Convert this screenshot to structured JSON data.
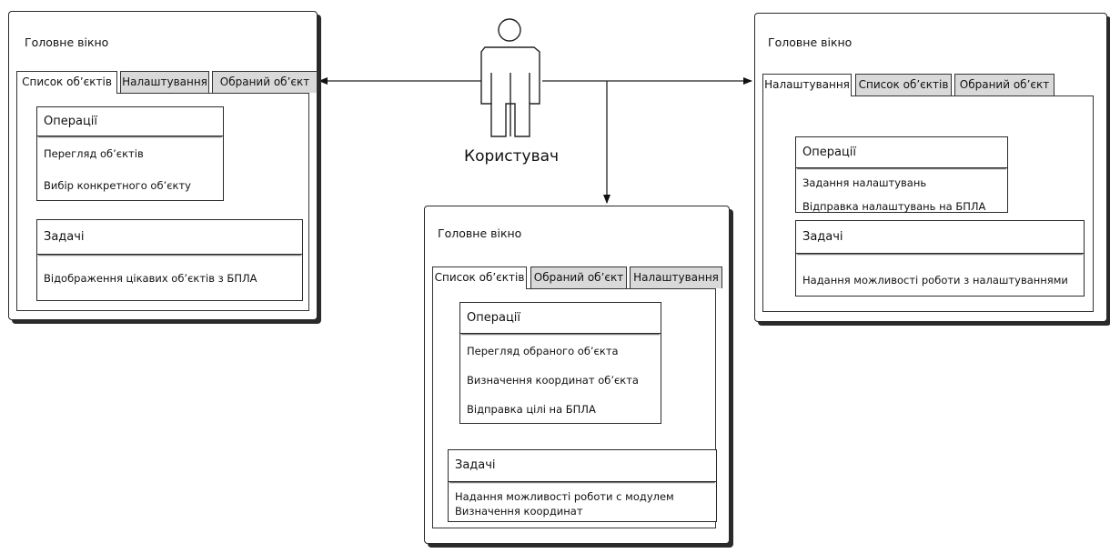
{
  "user": {
    "label": "Користувач"
  },
  "windows": {
    "left": {
      "title": "Головне вікно",
      "tabs": [
        "Список об’єктів",
        "Налаштування",
        "Обраний об’єкт"
      ],
      "operations": {
        "title": "Операції",
        "items": [
          "Перегляд об’єктів",
          "Вибір конкретного об’єкту"
        ]
      },
      "tasks": {
        "title": "Задачі",
        "items": [
          "Відображення цікавих об’єктів з БПЛА"
        ]
      }
    },
    "center": {
      "title": "Головне вікно",
      "tabs": [
        "Список об’єктів",
        "Обраний об’єкт",
        "Налаштування"
      ],
      "operations": {
        "title": "Операції",
        "items": [
          "Перегляд обраного об’єкта",
          "Визначення координат об’єкта",
          "Відправка цілі на БПЛА"
        ]
      },
      "tasks": {
        "title": "Задачі",
        "items": [
          "Надання можливості роботи с модулем",
          "Визначення координат"
        ]
      }
    },
    "right": {
      "title": "Головне вікно",
      "tabs": [
        "Налаштування",
        "Список об’єктів",
        "Обраний об’єкт"
      ],
      "operations": {
        "title": "Операції",
        "items": [
          "Задання налаштувань",
          "Відправка налаштувань на БПЛА"
        ]
      },
      "tasks": {
        "title": "Задачі",
        "items": [
          "Надання можливості роботи з налаштуваннями"
        ]
      }
    }
  }
}
